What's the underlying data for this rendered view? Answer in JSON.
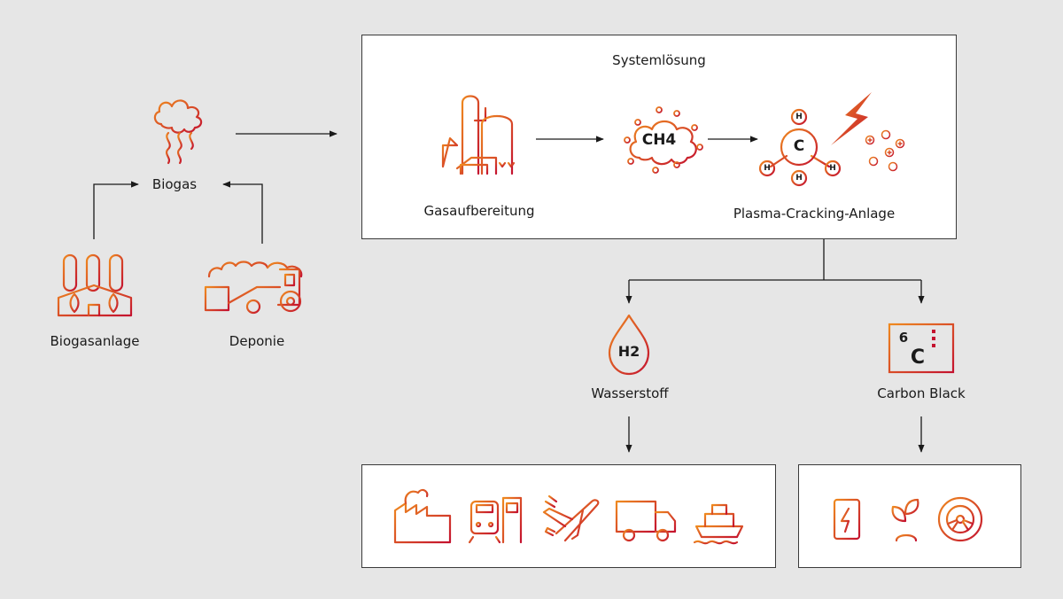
{
  "labels": {
    "biogas": "Biogas",
    "biogasanlage": "Biogasanlage",
    "deponie": "Deponie",
    "systemloesung": "Systemlösung",
    "gasaufbereitung": "Gasaufbereitung",
    "plasma": "Plasma-Cracking-Anlage",
    "wasserstoff": "Wasserstoff",
    "carbon_black": "Carbon Black"
  },
  "formulas": {
    "methane": "CH4",
    "carbon": "C",
    "hydrogen_atom": "H",
    "h2": "H2",
    "element_number": "6",
    "element_symbol": "C"
  },
  "colors": {
    "accent_start": "#e8731a",
    "accent_end": "#c4122f",
    "background": "#e6e6e6"
  }
}
